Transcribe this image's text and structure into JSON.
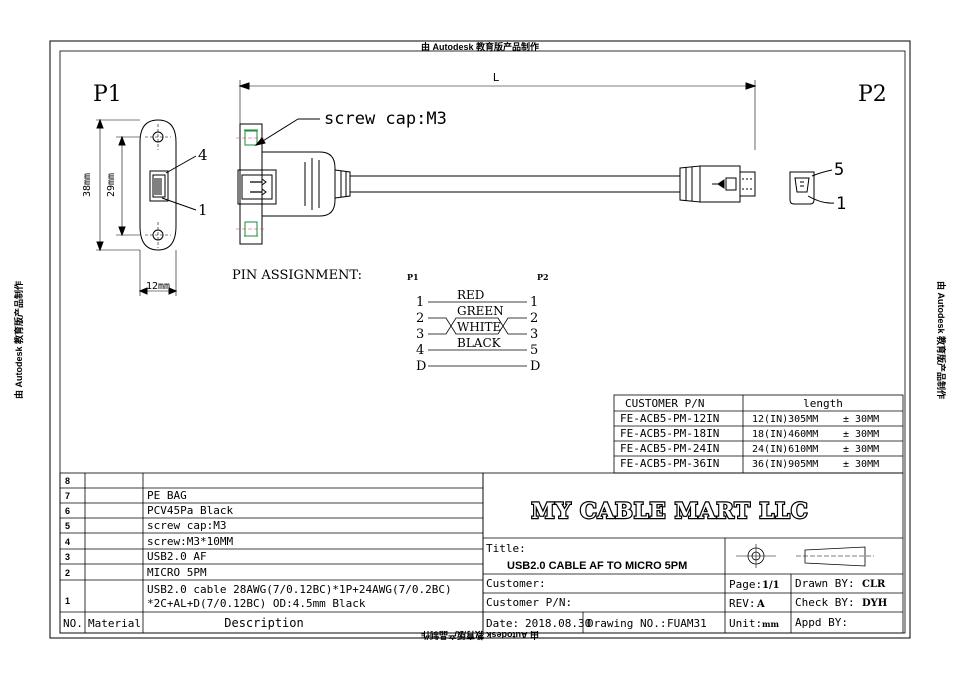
{
  "watermark": "由 Autodesk 教育版产品制作",
  "labels": {
    "p1": "P1",
    "p2": "P2",
    "length_L": "L",
    "screw_cap": "screw cap:M3",
    "dim_38": "38mm",
    "dim_29": "29mm",
    "dim_12": "12mm",
    "pin_4_left": "4",
    "pin_1_left": "1",
    "pin_5_right": "5",
    "pin_1_right": "1"
  },
  "pin_assignment": {
    "title": "PIN ASSIGNMENT:",
    "p1_header": "P1",
    "p2_header": "P2",
    "rows": [
      {
        "left": "1",
        "color": "RED",
        "right": "1"
      },
      {
        "left": "2",
        "color": "GREEN",
        "right": "2"
      },
      {
        "left": "3",
        "color": "WHITE",
        "right": "3"
      },
      {
        "left": "4",
        "color": "BLACK",
        "right": "5"
      },
      {
        "left": "D",
        "color": "",
        "right": "D"
      }
    ]
  },
  "length_table": {
    "headers": [
      "CUSTOMER P/N",
      "length"
    ],
    "rows": [
      [
        "FE-ACB5-PM-12IN",
        "12(IN)305MM",
        "± 30MM"
      ],
      [
        "FE-ACB5-PM-18IN",
        "18(IN)460MM",
        "± 30MM"
      ],
      [
        "FE-ACB5-PM-24IN",
        "24(IN)610MM",
        "± 30MM"
      ],
      [
        "FE-ACB5-PM-36IN",
        "36(IN)905MM",
        "± 30MM"
      ]
    ]
  },
  "bom": {
    "headers": {
      "no": "NO.",
      "material": "Material",
      "description": "Description"
    },
    "rows": [
      {
        "no": "8",
        "description": ""
      },
      {
        "no": "7",
        "description": "PE BAG"
      },
      {
        "no": "6",
        "description": "PCV45Pa Black"
      },
      {
        "no": "5",
        "description": "screw cap:M3"
      },
      {
        "no": "4",
        "description": "screw:M3*10MM"
      },
      {
        "no": "3",
        "description": "USB2.0 AF"
      },
      {
        "no": "2",
        "description": "MICRO 5PM"
      },
      {
        "no": "1",
        "description": "USB2.0 cable 28AWG(7/0.12BC)*1P+24AWG(7/0.2BC)",
        "description2": "*2C+AL+D(7/0.12BC) OD:4.5mm Black"
      }
    ]
  },
  "title_block": {
    "company": "MY CABLE MART LLC",
    "title_label": "Title:",
    "title_value": "USB2.0 CABLE  AF TO MICRO 5PM",
    "customer_label": "Customer:",
    "customer_pn_label": "Customer P/N:",
    "date_label": "Date:",
    "date_value": "2018.08.30",
    "drawing_no_label": "Drawing NO.:",
    "drawing_no_value": "FUAM31",
    "page_label": "Page:",
    "page_value": "1/1",
    "rev_label": "REV:",
    "rev_value": "A",
    "unit_label": "Unit:",
    "unit_value": "mm",
    "drawn_label": "Drawn BY:",
    "drawn_value": "CLR",
    "check_label": "Check BY:",
    "check_value": "DYH",
    "appd_label": "Appd BY:"
  }
}
